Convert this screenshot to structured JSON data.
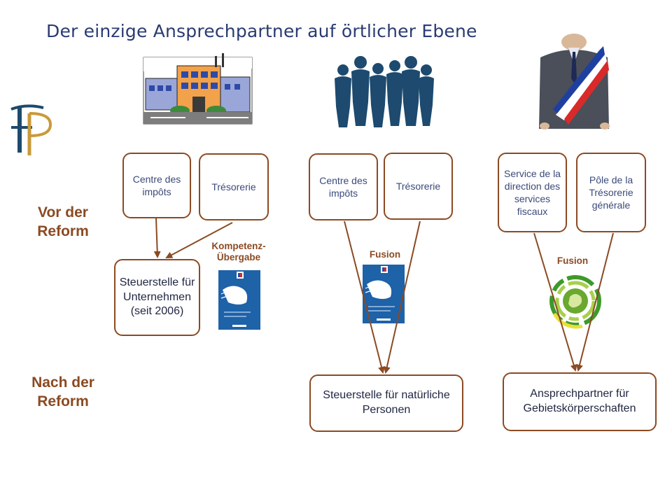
{
  "title": "Der einzige Ansprechpartner auf örtlicher Ebene",
  "row_labels": {
    "before": "Vor der Reform",
    "after": "Nach der Reform"
  },
  "groups": [
    {
      "top_boxes": [
        "Centre des impôts",
        "Trésorerie"
      ],
      "note": "Kompetenz-Übergabe",
      "result": "Steuerstelle für Unternehmen (seit 2006)"
    },
    {
      "top_boxes": [
        "Centre des impôts",
        "Trésorerie"
      ],
      "note": "Fusion",
      "result": "Steuerstelle für natürliche Personen"
    },
    {
      "top_boxes": [
        "Service de la direction des services fiscaux",
        "Pôle de la Trésorerie générale"
      ],
      "note": "Fusion",
      "result": "Ansprechpartner für Gebietskörperschaften"
    }
  ],
  "colors": {
    "title": "#2a3b73",
    "accent": "#8b4a22",
    "box_text": "#3b4a7a",
    "silhouette": "#1d4a6e",
    "brochure": "#1e62a8"
  },
  "icons": [
    "logo-fp-icon",
    "office-building-icon",
    "people-silhouette-icon",
    "mayor-sash-icon",
    "charter-brochure-icon",
    "fusion-emblem-icon"
  ]
}
